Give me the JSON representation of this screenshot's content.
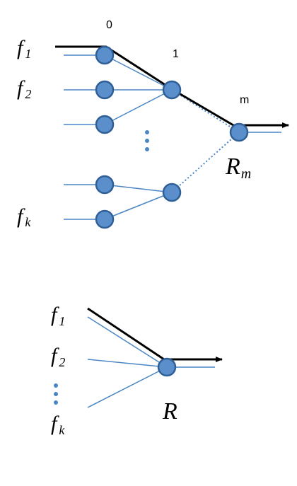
{
  "top_diagram": {
    "level_labels": {
      "level0": "0",
      "level1": "1",
      "level_m": "m"
    },
    "input_labels": {
      "f1": {
        "base": "f",
        "sub": "1"
      },
      "f2": {
        "base": "f",
        "sub": "2"
      },
      "fk": {
        "base": "f",
        "sub": "k"
      }
    },
    "root_label": {
      "base": "R",
      "sub": "m"
    }
  },
  "bottom_diagram": {
    "input_labels": {
      "f1": {
        "base": "f",
        "sub": "1"
      },
      "f2": {
        "base": "f",
        "sub": "2"
      },
      "fk": {
        "base": "f",
        "sub": "k"
      }
    },
    "root_label": "R"
  },
  "colors": {
    "node_fill": "#5b8fcb",
    "node_stroke": "#2f5f97",
    "edge": "#4a86c5",
    "bold_path": "#000000"
  }
}
